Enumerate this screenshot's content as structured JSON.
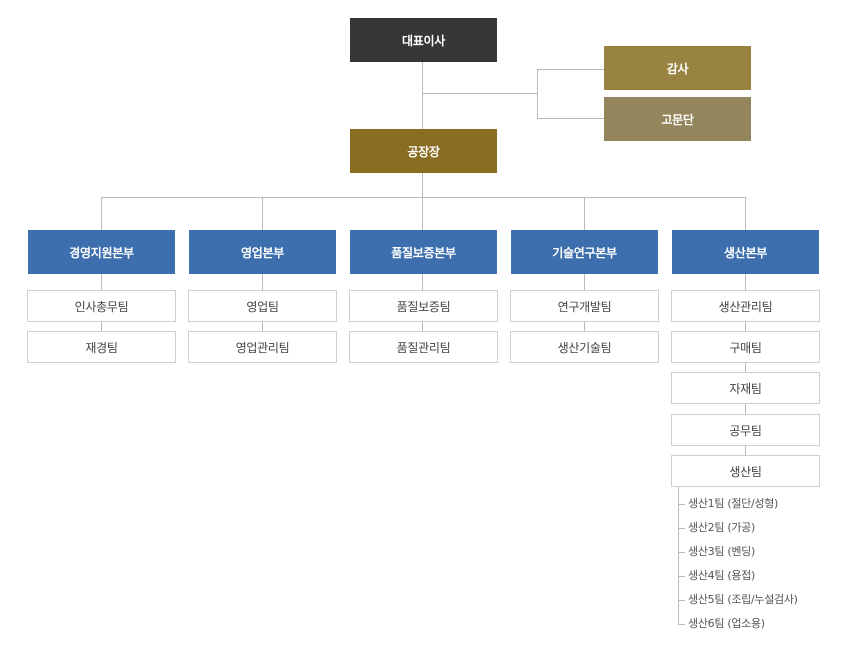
{
  "ceo": "대표이사",
  "audit": "감사",
  "advisory": "고문단",
  "plant_manager": "공장장",
  "divisions": [
    {
      "name": "경영지원본부",
      "teams": [
        "인사총무팀",
        "재경팀"
      ]
    },
    {
      "name": "영업본부",
      "teams": [
        "영업팀",
        "영업관리팀"
      ]
    },
    {
      "name": "품질보증본부",
      "teams": [
        "품질보증팀",
        "품질관리팀"
      ]
    },
    {
      "name": "기술연구본부",
      "teams": [
        "연구개발팀",
        "생산기술팀"
      ]
    },
    {
      "name": "생산본부",
      "teams": [
        "생산관리팀",
        "구매팀",
        "자재팀",
        "공무팀",
        "생산팀"
      ]
    }
  ],
  "production_subteams": [
    "생산1팀 (절단/성형)",
    "생산2팀 (가공)",
    "생산3팀 (벤딩)",
    "생산4팀 (용접)",
    "생산5팀 (조립/누설검사)",
    "생산6팀 (업소용)"
  ]
}
